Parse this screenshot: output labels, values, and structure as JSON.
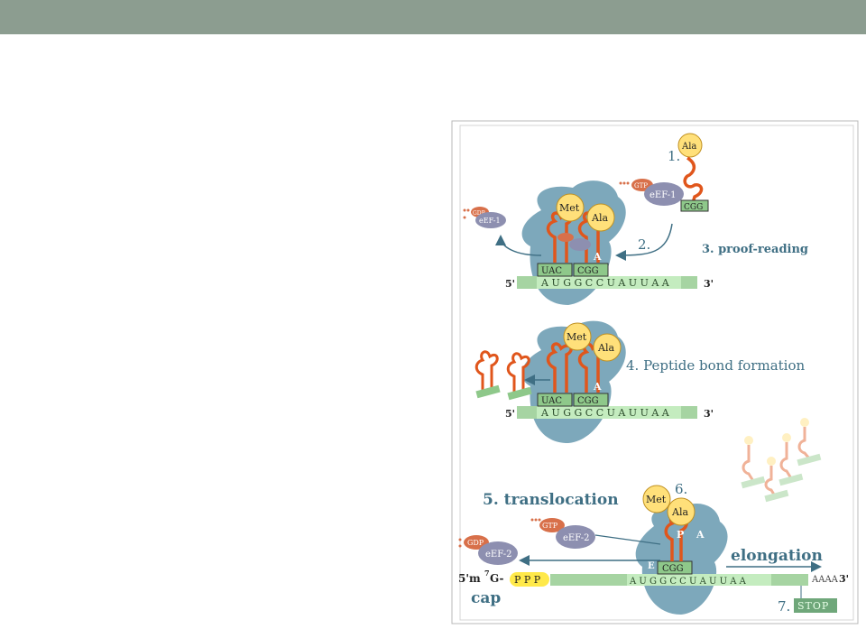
{
  "colors": {
    "header_bar": "#8c9d90",
    "ribosome": "#6f9fb4",
    "mrna": "#a6d4a2",
    "trna": "#e0561c",
    "amino_acid": "#ffe07a",
    "text_blue": "#3f6f84",
    "gtp": "#d8704a",
    "eef": "#8d8fb0",
    "cap_yellow": "#ffe94a"
  },
  "figure": {
    "step1": "1.",
    "step2": "2.",
    "step3": "3. proof-reading",
    "step4": "4. Peptide bond formation",
    "step5": "5. translocation",
    "step6": "6.",
    "step7": "7.",
    "elongation": "elongation",
    "stop": "STOP",
    "cap": "cap",
    "five_prime": "5'",
    "three_prime": "3'",
    "five_prime_cap": "5'm",
    "seven": "7",
    "g_dash": "G-",
    "ppp": "P P P",
    "poly_a": "AAAA",
    "ala": "Ala",
    "met": "Met",
    "gtp": "GTP",
    "gdp": "GDP",
    "eef1": "eEF-1",
    "eef2": "eEF-2",
    "site_a": "A",
    "site_p": "P",
    "site_e": "E",
    "codon_cgg": "CGG",
    "anticodon_uac": "UAC",
    "mrna_seq": "A U G G C C U A  U U A A",
    "mrna_seq_bottom": "A U G G C C U A  U U A A"
  }
}
